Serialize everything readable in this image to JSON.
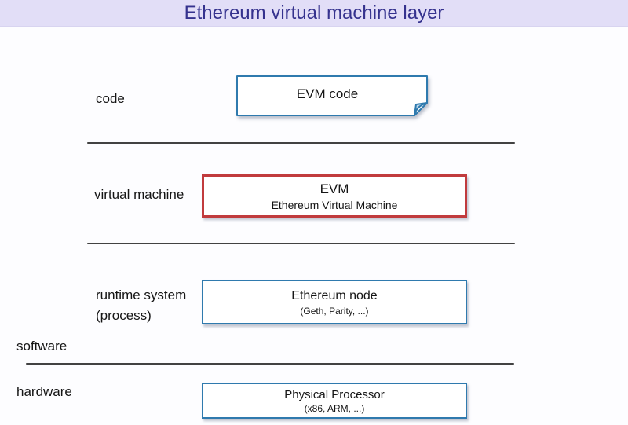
{
  "slide": {
    "title": "Ethereum virtual machine layer"
  },
  "row_labels": {
    "code": "code",
    "virtual_machine": "virtual machine",
    "runtime_system_line1": "runtime system",
    "runtime_system_line2": "(process)",
    "software": "software",
    "hardware": "hardware"
  },
  "boxes": {
    "evm_code": {
      "label": "EVM code",
      "shape": "note-with-folded-corner"
    },
    "evm": {
      "label": "EVM",
      "sublabel": "Ethereum Virtual Machine"
    },
    "ethereum_node": {
      "label": "Ethereum node",
      "sublabel": "(Geth, Parity, ...)"
    },
    "physical_processor": {
      "label": "Physical Processor",
      "sublabel": "(x86, ARM, ...)"
    }
  },
  "colors": {
    "title_bar_bg": "#e2def7",
    "title_text": "#35328e",
    "box_border_teal": "#2f7aae",
    "box_border_red": "#c13b3d",
    "note_fold_fill": "#bcd7eb",
    "separator_line": "#424242",
    "background": "#fdfdff"
  }
}
